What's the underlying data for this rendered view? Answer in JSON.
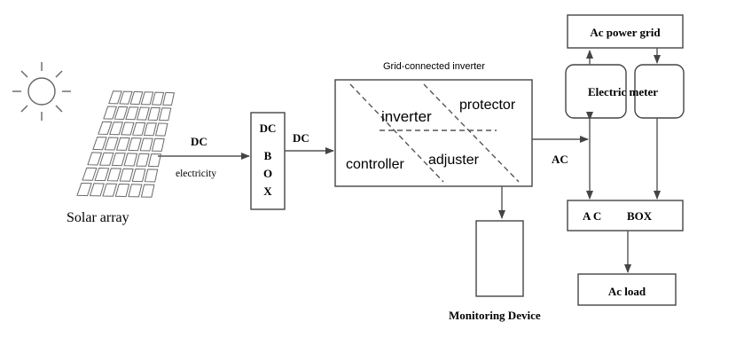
{
  "labels": {
    "solar_array": "Solar array",
    "dc_left": "DC",
    "electricity": "electricity",
    "dc_box_top": "DC",
    "dc_box_letters": [
      "B",
      "O",
      "X"
    ],
    "dc_right": "DC",
    "inverter_title": "Grid-connected inverter",
    "inverter": "inverter",
    "protector": "protector",
    "controller": "controller",
    "adjuster": "adjuster",
    "ac": "AC",
    "ac_power_grid": "Ac power grid",
    "electric_meter": "Electric meter",
    "ac_box_left": "A C",
    "ac_box_right": "BOX",
    "ac_load": "Ac load",
    "monitoring_device": "Monitoring Device"
  }
}
